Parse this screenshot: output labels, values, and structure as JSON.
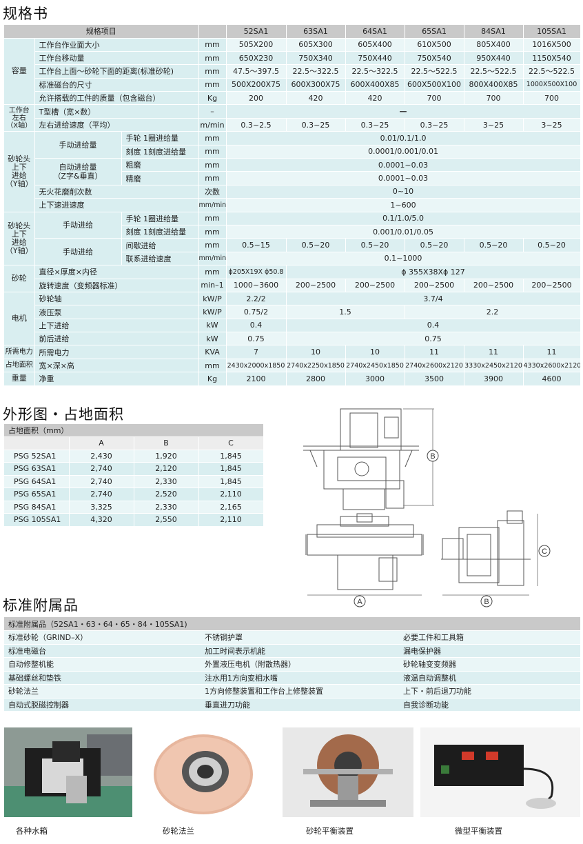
{
  "spec_title": "规格书",
  "spec": {
    "header": [
      "规格项目",
      "",
      "52SA1",
      "63SA1",
      "64SA1",
      "65SA1",
      "84SA1",
      "105SA1"
    ],
    "cap": "容量",
    "cap_rows": [
      {
        "item": "工作台作业面大小",
        "unit": "mm",
        "v": [
          "505X200",
          "605X300",
          "605X400",
          "610X500",
          "805X400",
          "1016X500"
        ]
      },
      {
        "item": "工作台移动量",
        "unit": "mm",
        "v": [
          "650X230",
          "750X340",
          "750X440",
          "750X540",
          "950X440",
          "1150X540"
        ]
      },
      {
        "item": "工作台上面～砂轮下面的距离(标准砂轮)",
        "unit": "mm",
        "v": [
          "47.5～397.5",
          "22.5～322.5",
          "22.5～322.5",
          "22.5～522.5",
          "22.5～522.5",
          "22.5～522.5"
        ]
      },
      {
        "item": "标准磁台的尺寸",
        "unit": "mm",
        "v": [
          "500X200X75",
          "600X300X75",
          "600X400X85",
          "600X500X100",
          "800X400X85",
          "1000X500X100"
        ]
      },
      {
        "item": "允许搭载的工件的质量（包含磁台）",
        "unit": "Kg",
        "v": [
          "200",
          "420",
          "420",
          "700",
          "700",
          "700"
        ]
      }
    ],
    "table_cat": "工作台\n左右\n（X轴）",
    "tslot_item": "T型槽（宽×数）",
    "tslot_unit": "–",
    "tslot_val": "—",
    "lr_item": "左右进给速度（平均）",
    "lr_unit": "m/min",
    "lr_vals": [
      "0.3~2.5",
      "0.3~25",
      "0.3~25",
      "0.3~25",
      "3~25",
      "3~25"
    ],
    "head_cat1": "砂轮头\n上下\n进给\n（Y轴）",
    "manual_feed": "手动进给量",
    "hand1": "手轮 1圈进给量",
    "hand1_unit": "mm",
    "hand1_val": "0.01/0.1/1.0",
    "scale1": "刻度 1刻度进给量",
    "scale1_unit": "mm",
    "scale1_val": "0.0001/0.001/0.01",
    "auto_feed": "自动进给量\n（Z字&垂直）",
    "rough": "粗磨",
    "rough_unit": "mm",
    "rough_val": "0.0001~0.03",
    "fine": "精磨",
    "fine_unit": "mm",
    "fine_val": "0.0001~0.03",
    "spark": "无火花磨削次数",
    "spark_unit": "次数",
    "spark_val": "0~10",
    "rapid": "上下速进速度",
    "rapid_unit": "mm/min",
    "rapid_val": "1~600",
    "head_cat2": "砂轮头\n上下\n进给\n（Y轴）",
    "manual2": "手动进给",
    "hand2": "手轮 1圈进给量",
    "hand2_unit": "mm",
    "hand2_val": "0.1/1.0/5.0",
    "scale2": "刻度 1刻度进给量",
    "scale2_unit": "mm",
    "scale2_val": "0.001/0.01/0.05",
    "manual3": "手动进给",
    "inter": "间歇进给",
    "inter_unit": "mm",
    "inter_vals": [
      "0.5~15",
      "0.5~20",
      "0.5~20",
      "0.5~20",
      "0.5~20",
      "0.5~20"
    ],
    "cont": "联系进给速度",
    "cont_unit": "mm/min",
    "cont_val": "0.1~1000",
    "wheel_cat": "砂轮",
    "dim_item": "直径×厚度×内径",
    "dim_unit": "mm",
    "dim_v1": "ϕ205X19X ϕ50.8",
    "dim_v2": "ϕ 355X38Xϕ 127",
    "rot_item": "旋转速度（变频器标准）",
    "rot_unit": "min–1",
    "rot_vals": [
      "1000~3600",
      "200~2500",
      "200~2500",
      "200~2500",
      "200~2500",
      "200~2500"
    ],
    "motor_cat": "电机",
    "spindle": "砂轮轴",
    "spindle_unit": "kW/P",
    "spindle_v1": "2.2/2",
    "spindle_v2": "3.7/4",
    "pump": "液压泵",
    "pump_unit": "kW/P",
    "pump_v1": "0.75/2",
    "pump_v2": "1.5",
    "pump_v3": "2.2",
    "ud": "上下进给",
    "ud_unit": "kW",
    "ud_v1": "0.4",
    "ud_v2": "0.4",
    "fb": "前后进给",
    "fb_unit": "kW",
    "fb_v1": "0.75",
    "fb_v2": "0.75",
    "power_cat": "所需电力",
    "power_item": "所需电力",
    "power_unit": "KVA",
    "power_vals": [
      "7",
      "10",
      "10",
      "11",
      "11",
      "11"
    ],
    "area_cat": "占地面积",
    "area_item": "宽×深×高",
    "area_unit": "mm",
    "area_vals": [
      "2430x2000x1850",
      "2740x2250x1850",
      "2740x2450x1850",
      "2740x2600x2120",
      "3330x2450x2120",
      "4330x2600x2120"
    ],
    "weight_cat": "重量",
    "weight_item": "净重",
    "weight_unit": "Kg",
    "weight_vals": [
      "2100",
      "2800",
      "3000",
      "3500",
      "3900",
      "4600"
    ]
  },
  "outline_title": "外形图・占地面积",
  "footprint": {
    "caption": "占地面积（mm）",
    "cols": [
      "",
      "A",
      "B",
      "C"
    ],
    "rows": [
      [
        "PSG 52SA1",
        "2,430",
        "1,920",
        "1,845"
      ],
      [
        "PSG 63SA1",
        "2,740",
        "2,120",
        "1,845"
      ],
      [
        "PSG  64SA1",
        "2,740",
        "2,330",
        "1,845"
      ],
      [
        "PSG  65SA1",
        "2,740",
        "2,520",
        "2,110"
      ],
      [
        "PSG  84SA1",
        "3,325",
        "2,330",
        "2,165"
      ],
      [
        "PSG  105SA1",
        "4,320",
        "2,550",
        "2,110"
      ]
    ]
  },
  "drawing_labels": {
    "a": "A",
    "b": "B",
    "c": "C"
  },
  "acc_title": "标准附属品",
  "accessories": {
    "caption": "标准附属品（52SA1・63・64・65・84・105SA1)",
    "rows": [
      [
        "标准砂轮（GRIND–X）",
        "不锈钢护罩",
        "必要工件和工具箱"
      ],
      [
        "标准电磁台",
        "加工时间表示机能",
        "漏电保护器"
      ],
      [
        "自动修整机能",
        "外置液压电机（附散热器）",
        "砂轮轴变变频器"
      ],
      [
        "基础螺丝和垫铁",
        "注水用1方向变相水嘴",
        "液温自动调整机"
      ],
      [
        "砂轮法兰",
        "1方向修整装置和工作台上修整装置",
        "上下・前后退刀功能"
      ],
      [
        "自动式脱磁控制器",
        "垂直进刀功能",
        "自我诊断功能"
      ]
    ]
  },
  "photos": [
    "各种水箱",
    "砂轮法兰",
    "砂轮平衡装置",
    "微型平衡装置"
  ]
}
